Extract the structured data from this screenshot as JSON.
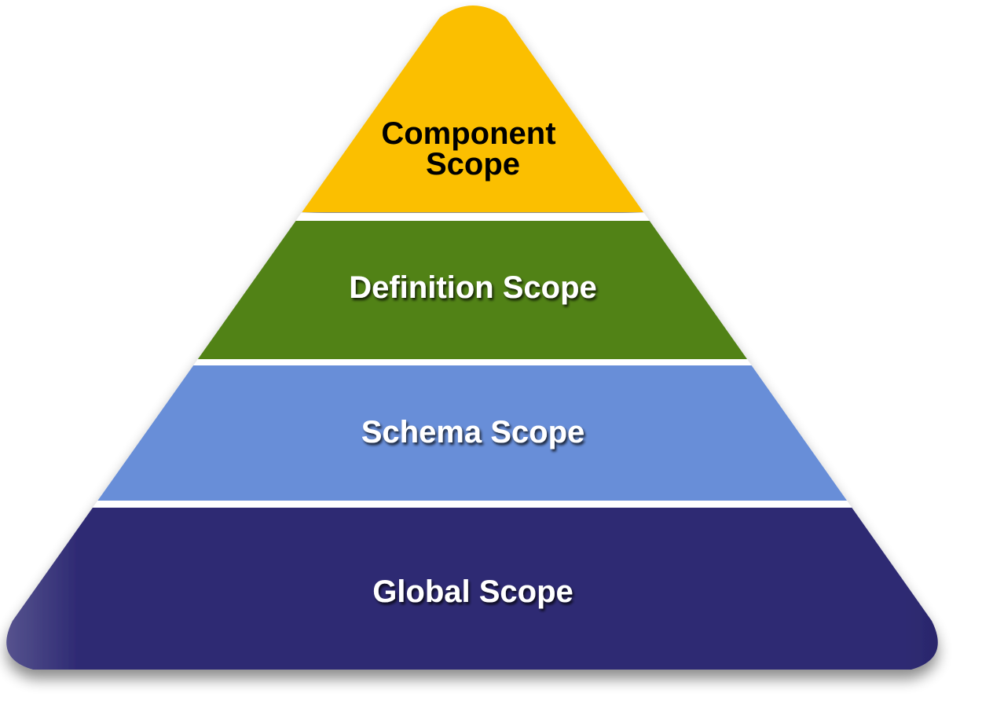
{
  "diagram": {
    "type": "pyramid",
    "layers": [
      {
        "id": "component",
        "lines": [
          "Component",
          "Scope"
        ],
        "color": "#fbbf00",
        "text_color": "#000000"
      },
      {
        "id": "definition",
        "lines": [
          "Definition Scope"
        ],
        "color": "#518216",
        "text_color": "#ffffff"
      },
      {
        "id": "schema",
        "lines": [
          "Schema Scope"
        ],
        "color": "#678ed8",
        "text_color": "#ffffff"
      },
      {
        "id": "global",
        "lines": [
          "Global Scope"
        ],
        "color": "#2e2a73",
        "text_color": "#ffffff"
      }
    ],
    "separator_color": "#ffffff"
  }
}
